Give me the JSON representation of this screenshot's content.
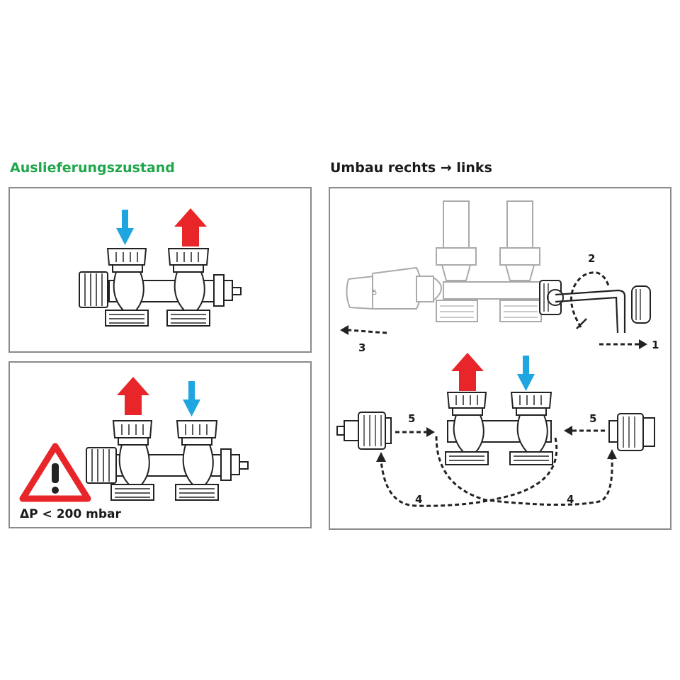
{
  "left_title": "Auslieferungszustand",
  "right_title": "Umbau rechts → links",
  "warning_text": "ΔP < 200 mbar",
  "dial_mark": "5",
  "steps": [
    "1",
    "2",
    "3",
    "4",
    "5"
  ],
  "colors": {
    "hot": "#e8262a",
    "cold": "#1fa6e0",
    "title_green": "#1fa64a",
    "warning_red": "#e8262a",
    "frame": "#8a8a8a"
  }
}
